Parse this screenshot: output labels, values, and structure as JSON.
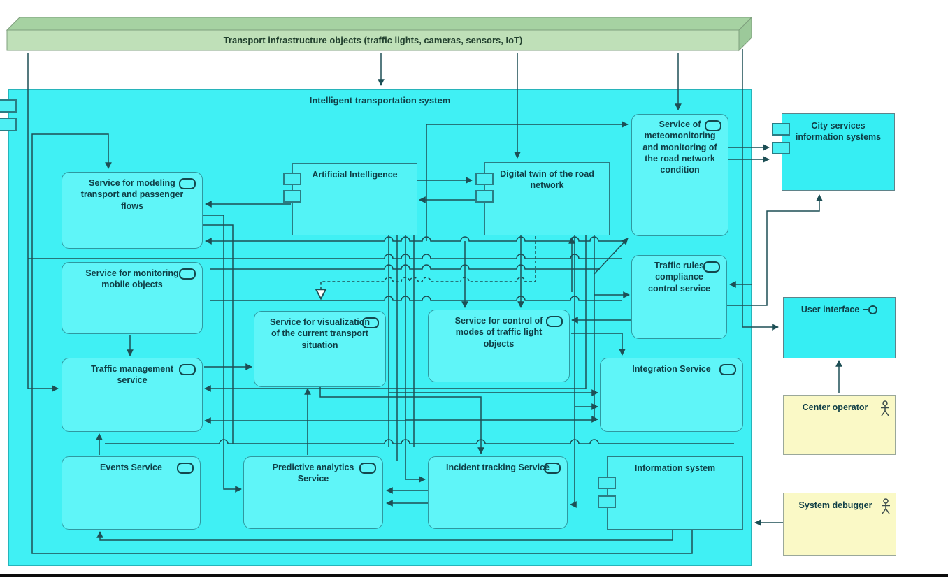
{
  "infrastructure_node": {
    "label": "Transport infrastructure objects (traffic lights, cameras, sensors, IoT)"
  },
  "system": {
    "label": "Intelligent transportation system",
    "services": {
      "modeling": {
        "label": "Service for modeling transport and passenger flows"
      },
      "monitoring_mobile": {
        "label": "Service for monitoring mobile objects"
      },
      "traffic_management": {
        "label": "Traffic management service"
      },
      "events": {
        "label": "Events Service"
      },
      "visualization": {
        "label": "Service for visualization of the current transport situation"
      },
      "traffic_light_control": {
        "label": "Service for control of modes of traffic light objects"
      },
      "predictive": {
        "label": "Predictive analytics Service"
      },
      "incident": {
        "label": "Incident tracking Service"
      },
      "integration": {
        "label": "Integration Service"
      },
      "meteo": {
        "label": "Service of meteomonitoring and monitoring of the road network condition"
      },
      "traffic_rules": {
        "label": "Traffic rules compliance control service"
      }
    },
    "components": {
      "ai": {
        "label": "Artificial Intelligence"
      },
      "digital_twin": {
        "label": "Digital twin of the road network"
      },
      "information_system": {
        "label": "Information system"
      }
    }
  },
  "external": {
    "city_services": {
      "label": "City services information systems"
    },
    "user_interface": {
      "label": "User interface"
    },
    "center_operator": {
      "label": "Center operator"
    },
    "system_debugger": {
      "label": "System debugger"
    }
  },
  "colors": {
    "container_fill": "#40F0F4",
    "inner_service_fill": "#5FF5F8",
    "component_fill": "#53F3F6",
    "external_fill": "#36EEF3",
    "actor_fill": "#FAF9C6",
    "node_front": "#BFE0B8",
    "node_top": "#A6D2A2",
    "connector": "#1D4F55"
  }
}
